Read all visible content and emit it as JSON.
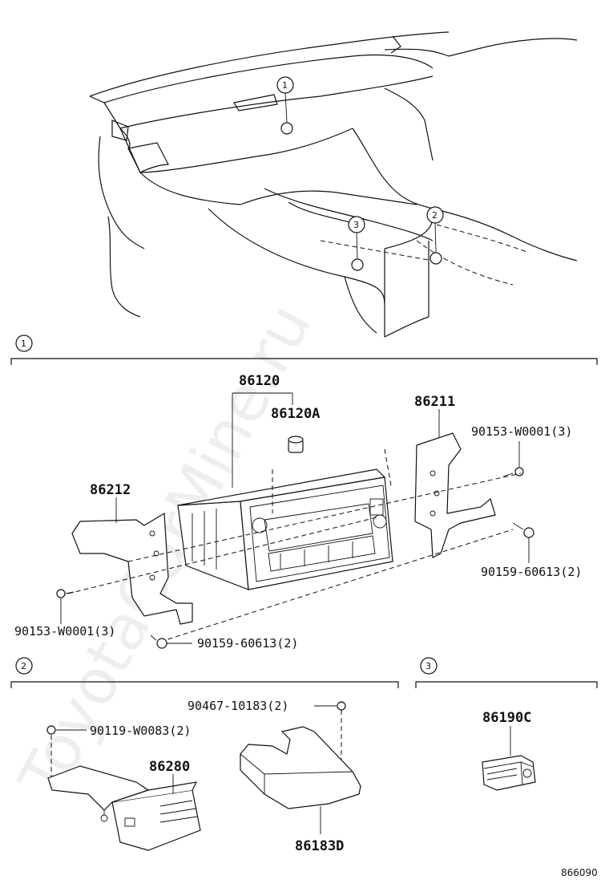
{
  "watermark": "ToyotaCarMine.ru",
  "figure_number": "866090",
  "callouts": {
    "c1": "1",
    "c2": "2",
    "c3": "3"
  },
  "sections": [
    {
      "id": "1",
      "parts": {
        "main_unit": "86120",
        "main_unit_sub": "86120A",
        "bracket_right": "86211",
        "bracket_left": "86212",
        "screw_right": "90153-W0001(3)",
        "bolt_right": "90159-60613(2)",
        "screw_left": "90153-W0001(3)",
        "bolt_left": "90159-60613(2)"
      }
    },
    {
      "id": "2",
      "parts": {
        "bolt_top": "90467-10183(2)",
        "screw_left": "90119-W0083(2)",
        "amplifier": "86280",
        "cover": "86183D"
      }
    },
    {
      "id": "3",
      "parts": {
        "jack": "86190C"
      }
    }
  ]
}
